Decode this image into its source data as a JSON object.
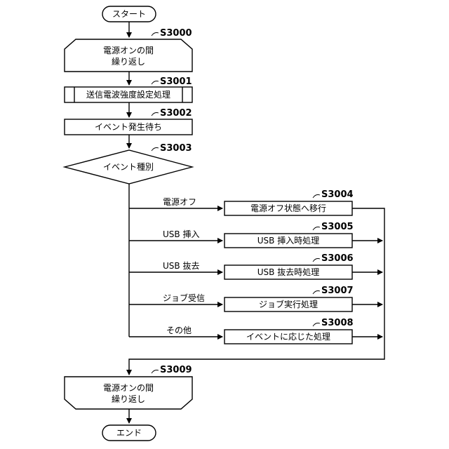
{
  "start": "スタート",
  "end": "エンド",
  "loop_start": {
    "line1": "電源オンの間",
    "line2": "繰り返し"
  },
  "loop_end": {
    "line1": "電源オンの間",
    "line2": "繰り返し"
  },
  "radio_setting": "送信電波強度設定処理",
  "wait_event": "イベント発生待ち",
  "event_type": "イベント種別",
  "branches": [
    {
      "condition": "電源オフ",
      "action": "電源オフ状態へ移行"
    },
    {
      "condition": "USB 挿入",
      "action": "USB 挿入時処理"
    },
    {
      "condition": "USB 抜去",
      "action": "USB 抜去時処理"
    },
    {
      "condition": "ジョブ受信",
      "action": "ジョブ実行処理"
    },
    {
      "condition": "その他",
      "action": "イベントに応じた処理"
    }
  ],
  "steps": {
    "loop_start": "S3000",
    "radio_setting": "S3001",
    "wait_event": "S3002",
    "event_type": "S3003",
    "power_off": "S3004",
    "usb_insert": "S3005",
    "usb_remove": "S3006",
    "job": "S3007",
    "other": "S3008",
    "loop_end": "S3009"
  }
}
